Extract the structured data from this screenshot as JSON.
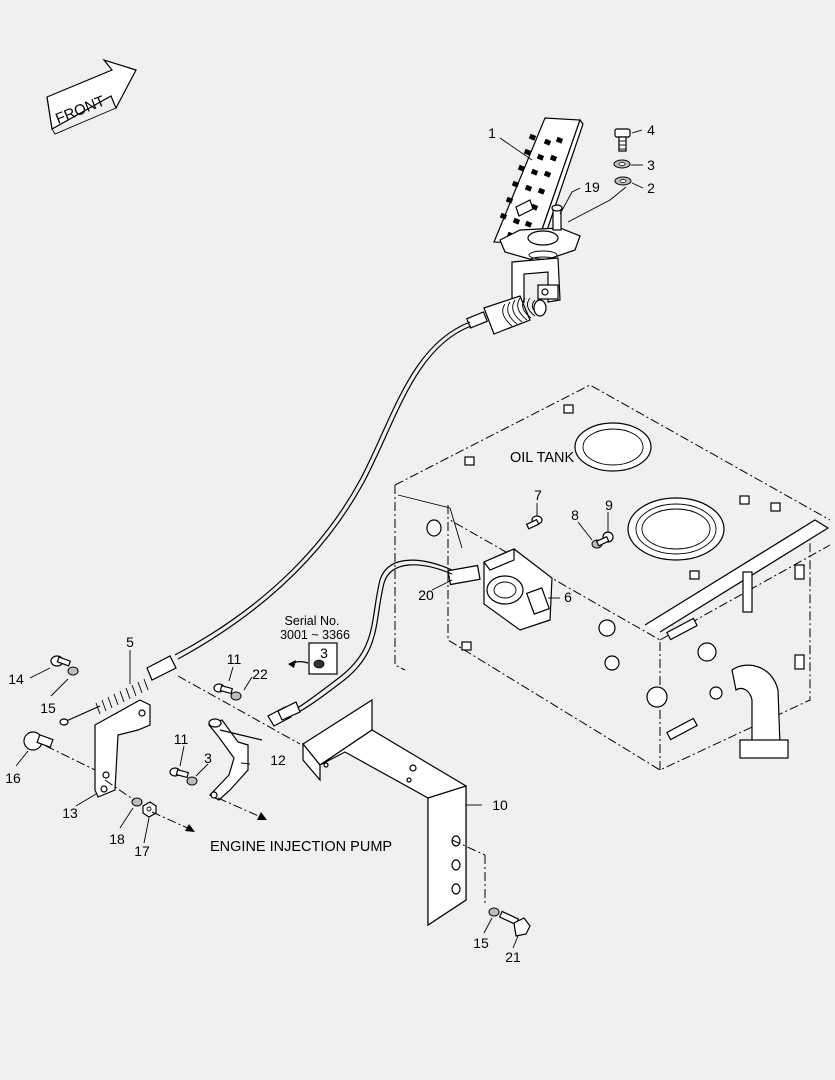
{
  "labels": {
    "front": "FRONT",
    "oil_tank": "OIL TANK",
    "engine_injection_pump": "ENGINE INJECTION PUMP",
    "serial_no": "Serial No.",
    "serial_range": "3001 ~ 3366"
  },
  "callouts": {
    "c1": "1",
    "c2": "2",
    "c3a": "3",
    "c3b": "3",
    "c3c": "3",
    "c4": "4",
    "c5": "5",
    "c6": "6",
    "c7": "7",
    "c8": "8",
    "c9": "9",
    "c10": "10",
    "c11a": "11",
    "c11b": "11",
    "c12": "12",
    "c13": "13",
    "c14": "14",
    "c15a": "15",
    "c15b": "15",
    "c16": "16",
    "c17": "17",
    "c18": "18",
    "c19": "19",
    "c20": "20",
    "c21": "21",
    "c22": "22"
  },
  "colors": {
    "background": "#f0f0f0",
    "line": "#000000"
  }
}
